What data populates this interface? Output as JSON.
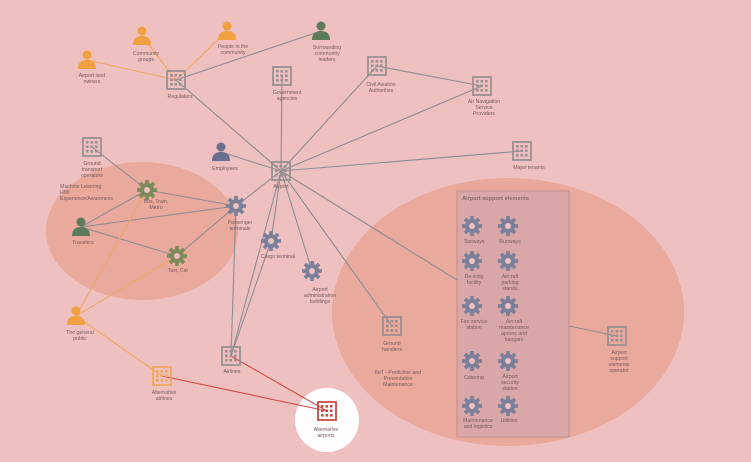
{
  "colors": {
    "background": "#eec0c0",
    "ellipse": "#e8a595",
    "panel": "#d9a7a7",
    "edge_gray": "#8c8c92",
    "edge_orange": "#f0a860",
    "edge_red": "#d44a4a",
    "building_gray": "#9a9090",
    "gear_blue": "#7a7f9a",
    "gear_olive": "#7d8a5a",
    "person_orange": "#f0a040",
    "person_green": "#5d7a5a",
    "person_blue": "#6a6f8f",
    "building_orange": "#f0a860",
    "building_red": "#c84848"
  },
  "panel": {
    "title": "Airport support elements"
  },
  "nodes": {
    "airport_land_owners": {
      "label": "Airport land\nowners",
      "icon": "person-icon"
    },
    "community_groups": {
      "label": "Community\ngroups",
      "icon": "person-icon"
    },
    "people_in_community": {
      "label": "People in the\ncommunity",
      "icon": "person-icon"
    },
    "surrounding_leaders": {
      "label": "Surrounding\ncommunity\nleaders",
      "icon": "person-icon"
    },
    "regulators": {
      "label": "Regulators",
      "icon": "building-icon"
    },
    "government_agencies": {
      "label": "Government\nagencies",
      "icon": "building-icon"
    },
    "civil_aviation": {
      "label": "Civil Aviation\nAuthorities",
      "icon": "building-icon"
    },
    "air_navigation": {
      "label": "Air Navigation\nService\nProviders",
      "icon": "building-icon"
    },
    "ground_transport": {
      "label": "Ground\ntransport\noperators",
      "icon": "building-icon"
    },
    "employees": {
      "label": "Employees",
      "icon": "person-icon"
    },
    "airport": {
      "label": "Airport",
      "icon": "building-icon"
    },
    "major_tenants": {
      "label": "Major tenants",
      "icon": "building-icon"
    },
    "machine_learning": {
      "label": "Machine Learning\nHMI\nExperience/Awareness",
      "icon": ""
    },
    "bus_train_metro": {
      "label": "Bus, Train,\nMetro",
      "icon": "gear-icon"
    },
    "passenger_terminals": {
      "label": "Passenger\nterminals",
      "icon": "gear-icon"
    },
    "travelers": {
      "label": "Travelers",
      "icon": "person-icon"
    },
    "cargo_terminal": {
      "label": "Cargo terminal",
      "icon": "gear-icon"
    },
    "taxi_car": {
      "label": "Taxi, Car",
      "icon": "gear-icon"
    },
    "airport_admin": {
      "label": "Airport\nadministration\nbuildings",
      "icon": "gear-icon"
    },
    "general_public": {
      "label": "The general\npublic",
      "icon": "person-icon"
    },
    "ground_handlers": {
      "label": "Ground\nhandlers",
      "icon": "building-icon"
    },
    "iiot": {
      "label": "IIoT - Predictive and\nPreventative\nMaintenance",
      "icon": ""
    },
    "airlines": {
      "label": "Airlines",
      "icon": "building-icon"
    },
    "alternative_airlines": {
      "label": "Alternative\nairlines",
      "icon": "building-icon"
    },
    "alternative_airports": {
      "label": "Alternative\nairports",
      "icon": "building-icon"
    },
    "support_operator": {
      "label": "Airport\nsupport\nelements\noperator",
      "icon": "building-icon"
    },
    "taxiways": {
      "label": "Taxiways",
      "icon": "gear-icon"
    },
    "runways": {
      "label": "Runways",
      "icon": "gear-icon"
    },
    "de_icing": {
      "label": "De-icing\nfacility",
      "icon": "gear-icon"
    },
    "aircraft_parking": {
      "label": "Aircraft\nparking\nstands",
      "icon": "gear-icon"
    },
    "fire_station": {
      "label": "Fire service\nstation",
      "icon": "gear-icon"
    },
    "aircraft_maintenance": {
      "label": "Aircraft\nmaintenance\naprons and\nhangars",
      "icon": "gear-icon"
    },
    "catering": {
      "label": "Catering",
      "icon": "gear-icon"
    },
    "security_station": {
      "label": "Airport\nsecurity\nstation",
      "icon": "gear-icon"
    },
    "maintenance_logistics": {
      "label": "Maintenance\nand logistics",
      "icon": "gear-icon"
    },
    "utilities": {
      "label": "Utilities",
      "icon": "gear-icon"
    }
  }
}
